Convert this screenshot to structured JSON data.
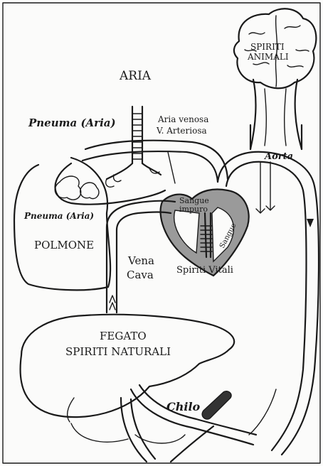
{
  "labels": {
    "spiriti_animali_1": "SPIRITI",
    "spiriti_animali_2": "ANIMALI",
    "aria": "ARIA",
    "pneuma_top": "Pneuma (Aria)",
    "aria_venosa": "Aria venosa",
    "v_arteriosa": "V. Arteriosa",
    "aorta": "Aorta",
    "sangue_impuro_1": "Sangue",
    "sangue_impuro_2": "impuro",
    "sangue": "Sangue",
    "pneuma_lower": "Pneuma (Aria)",
    "polmone": "POLMONE",
    "vena": "Vena",
    "cava": "Cava",
    "spiriti_vitali": "Spiriti Vitali",
    "fegato": "FEGATO",
    "spiriti_naturali": "SPIRITI NATURALI",
    "chilo": "Chilo"
  },
  "colors": {
    "ink": "#1a1a1a",
    "heart_fill": "#9a9a9a",
    "paper": "#fbfbfa"
  }
}
